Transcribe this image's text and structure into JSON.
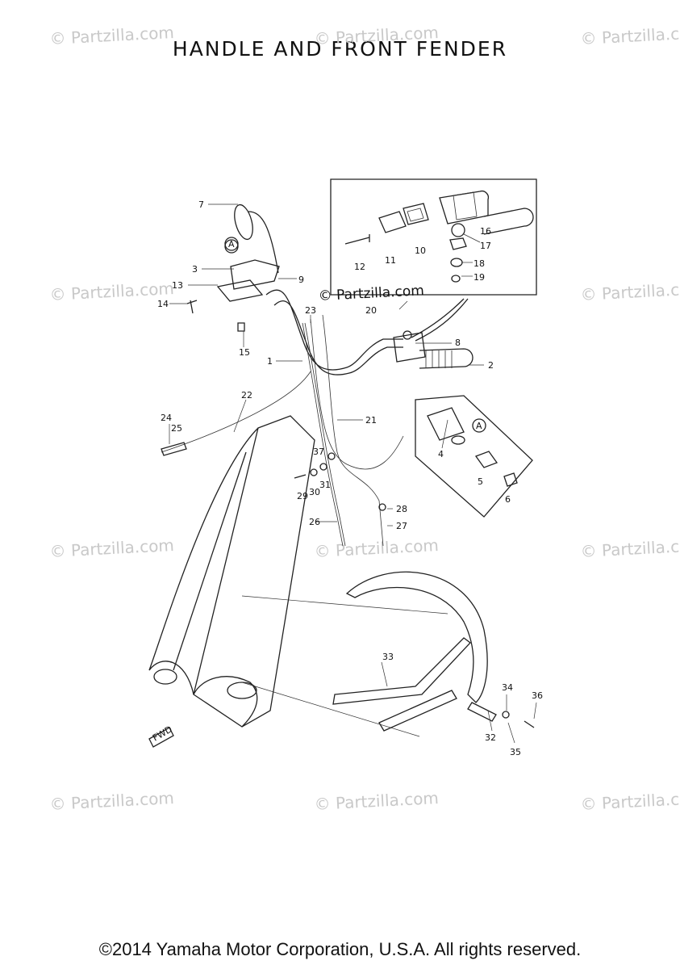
{
  "title": "HANDLE AND FRONT FENDER",
  "copyright": "©2014 Yamaha Motor Corporation, U.S.A. All rights reserved.",
  "watermarks": {
    "standard": "© Partzilla.com",
    "inset": "© Partzilla.com"
  },
  "detail_marker": "A",
  "fwd_label": "FWD",
  "callouts": {
    "p1": "1",
    "p2": "2",
    "p3": "3",
    "p4": "4",
    "p5": "5",
    "p6": "6",
    "p7": "7",
    "p8": "8",
    "p9": "9",
    "p10": "10",
    "p11": "11",
    "p12": "12",
    "p13": "13",
    "p14": "14",
    "p15": "15",
    "p16": "16",
    "p17": "17",
    "p18": "18",
    "p19": "19",
    "p20": "20",
    "p21": "21",
    "p22": "22",
    "p23": "23",
    "p24": "24",
    "p25": "25",
    "p26": "26",
    "p27": "27",
    "p28": "28",
    "p29": "29",
    "p30": "30",
    "p31": "31",
    "p32": "32",
    "p33": "33",
    "p34": "34",
    "p35": "35",
    "p36": "36",
    "p37": "37"
  }
}
